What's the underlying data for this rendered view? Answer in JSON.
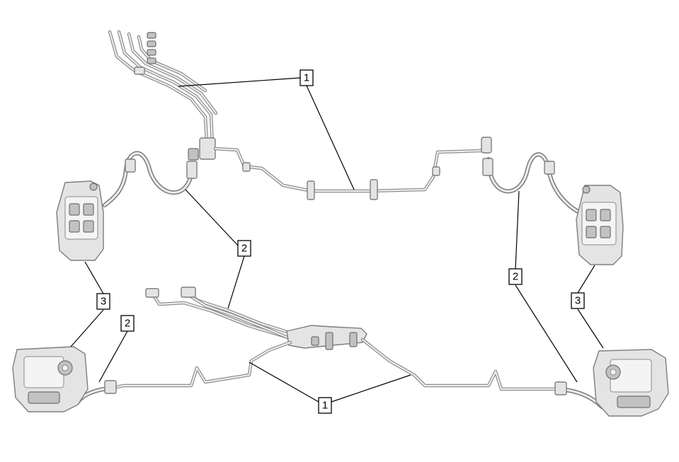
{
  "diagram": {
    "callouts": [
      {
        "label": "1"
      },
      {
        "label": "1"
      },
      {
        "label": "2"
      },
      {
        "label": "2"
      },
      {
        "label": "2"
      },
      {
        "label": "3"
      },
      {
        "label": "3"
      }
    ]
  },
  "colors": {
    "tube": "#8e8e8e",
    "part": "#e4e4e4",
    "outline": "#7e7e7e",
    "callout": "#000000"
  }
}
